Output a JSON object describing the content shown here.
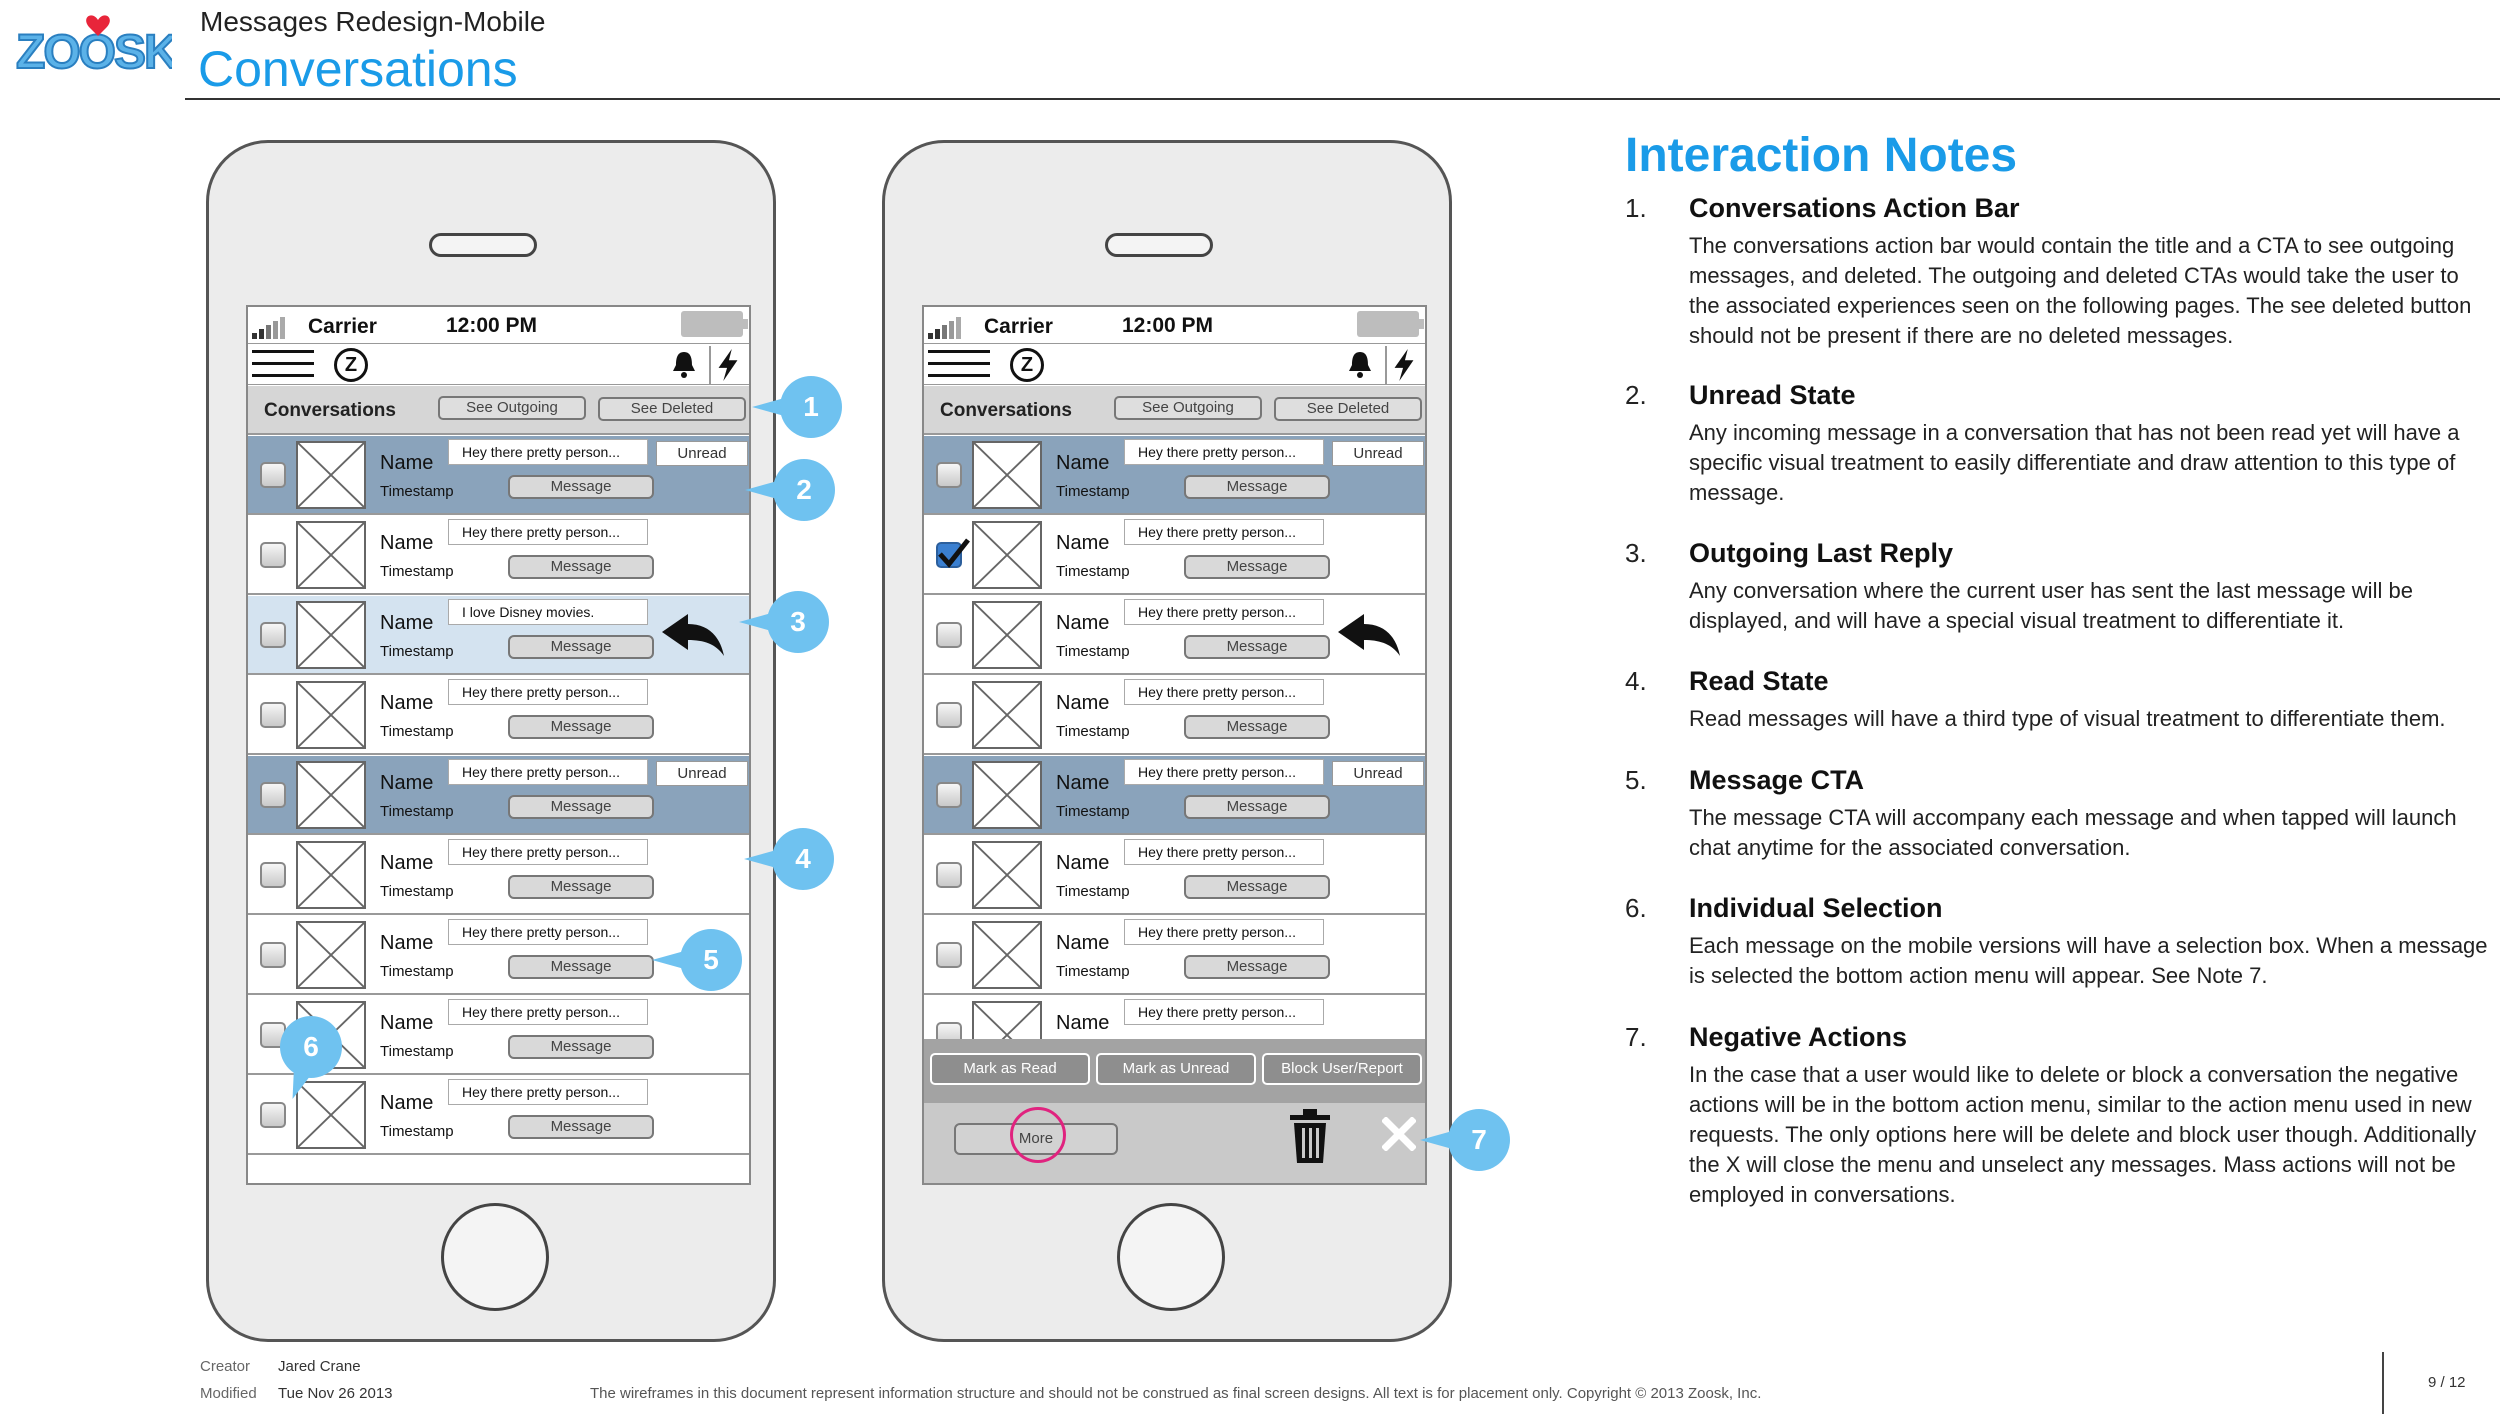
{
  "header": {
    "logo_text": "ZOOSK",
    "doc_title": "Messages Redesign-Mobile",
    "page_title": "Conversations"
  },
  "phone": {
    "carrier": "Carrier",
    "time": "12:00 PM",
    "z_glyph": "Z",
    "action_bar": {
      "title": "Conversations",
      "see_outgoing": "See Outgoing",
      "see_deleted": "See Deleted"
    },
    "name_label": "Name",
    "timestamp_label": "Timestamp",
    "message_button": "Message",
    "unread_label": "Unread",
    "preview_default": "Hey there pretty person...",
    "preview_outgoing": "I love Disney movies."
  },
  "bottom_menu": {
    "mark_read": "Mark as Read",
    "mark_unread": "Mark as Unread",
    "block": "Block User/Report",
    "more": "More"
  },
  "callouts": [
    "1",
    "2",
    "3",
    "4",
    "5",
    "6",
    "7"
  ],
  "notes": {
    "title": "Interaction Notes",
    "items": [
      {
        "num": "1.",
        "head": "Conversations Action Bar",
        "body": "The conversations action bar would contain the title and a CTA to see outgoing messages, and deleted.  The outgoing and deleted CTAs would take the user to the associated experiences seen on the following pages.  The see deleted button should not be present if there are no deleted messages."
      },
      {
        "num": "2.",
        "head": "Unread State",
        "body": "Any incoming message in a conversation that has not been read yet will have a specific visual treatment to easily differentiate and draw attention to this type of message."
      },
      {
        "num": "3.",
        "head": "Outgoing Last Reply",
        "body": "Any conversation where the current user has sent the last message will be displayed, and will have a special visual treatment to differentiate it."
      },
      {
        "num": "4.",
        "head": "Read State",
        "body": "Read messages will have a third type of visual treatment to differentiate them."
      },
      {
        "num": "5.",
        "head": "Message CTA",
        "body": "The message CTA will accompany each message and when tapped will launch chat anytime for the associated conversation."
      },
      {
        "num": "6.",
        "head": "Individual Selection",
        "body": "Each message on the mobile versions will have a selection box.  When a message is selected the bottom action menu will appear.  See Note 7."
      },
      {
        "num": "7.",
        "head": "Negative Actions",
        "body": "In the case that a user would like to delete or block a conversation the negative actions will be in the bottom action menu, similar to the action menu used in new requests.  The only options here will be delete and block user though.  Additionally the X will close the menu and unselect any messages.  Mass actions will not be employed in conversations."
      }
    ]
  },
  "footer": {
    "creator_label": "Creator",
    "creator": "Jared Crane",
    "modified_label": "Modified",
    "modified": "Tue Nov 26 2013",
    "disclaimer": "The wireframes in this document represent information structure and should not be construed as final screen designs.  All text is for placement only. Copyright © 2013 Zoosk, Inc.",
    "page": "9 / 12"
  },
  "colors": {
    "accent": "#1a9be8",
    "callout": "#6fc2f0",
    "unread_row": "#8aa3bb",
    "outgoing_row": "#d4e3f0",
    "more_highlight": "#e0237f"
  }
}
